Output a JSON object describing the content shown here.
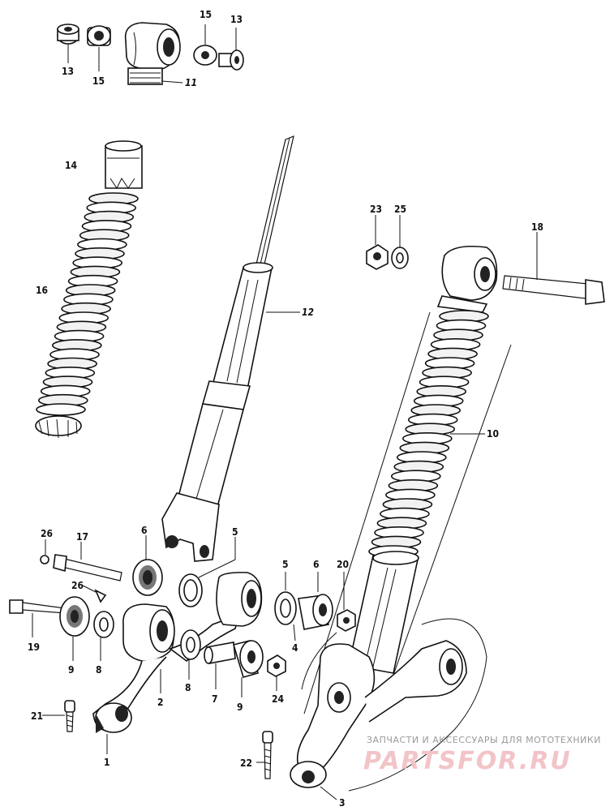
{
  "labels": {
    "p1": "1",
    "p2": "2",
    "p3": "3",
    "p4": "4",
    "p5a": "5",
    "p5b": "5",
    "p6a": "6",
    "p6b": "6",
    "p7": "7",
    "p8a": "8",
    "p8b": "8",
    "p9a": "9",
    "p9b": "9",
    "p10": "10",
    "p11": "11",
    "p12": "12",
    "p13a": "13",
    "p13b": "13",
    "p14": "14",
    "p15a": "15",
    "p15b": "15",
    "p16": "16",
    "p17": "17",
    "p18": "18",
    "p19": "19",
    "p20": "20",
    "p21": "21",
    "p22": "22",
    "p23": "23",
    "p24": "24",
    "p25": "25",
    "p26a": "26",
    "p26b": "26"
  },
  "watermark": {
    "line1": "ЗАПЧАСТИ И АКСЕССУАРЫ ДЛЯ МОТОТЕХНИКИ",
    "logo": "PARTSFOR.RU"
  }
}
